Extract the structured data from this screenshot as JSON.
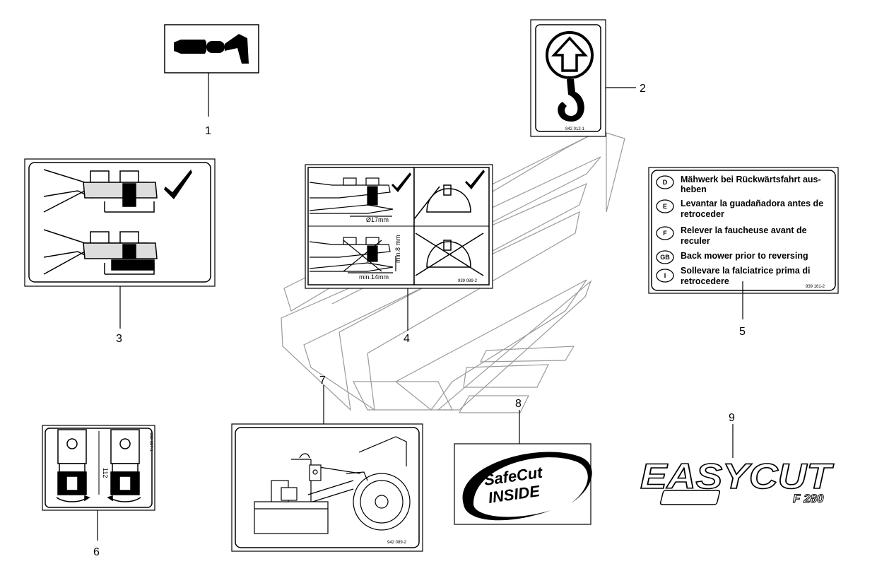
{
  "callouts": [
    "1",
    "2",
    "3",
    "4",
    "5",
    "6",
    "7",
    "8",
    "9"
  ],
  "decal2": {
    "code": "942 012-1"
  },
  "decal4": {
    "dim1": "Ø17mm",
    "dim2": "min.14mm",
    "dim3": "min.8 mm",
    "code": "939 089-2"
  },
  "decal5": {
    "lines": [
      {
        "code": "D",
        "text1": "Mähwerk bei Rückwärtsfahrt aus-",
        "text2": "heben"
      },
      {
        "code": "E",
        "text1": "Levantar la guadañadora antes de",
        "text2": "retroceder"
      },
      {
        "code": "F",
        "text1": "Relever la faucheuse avant de",
        "text2": "reculer"
      },
      {
        "code": "GB",
        "text1": "Back mower prior to reversing",
        "text2": ""
      },
      {
        "code": "I",
        "text1": "Sollevare la falciatrice prima di",
        "text2": "retrocedere"
      }
    ],
    "code": "939 161-2"
  },
  "decal6": {
    "dim": "112",
    "code": "939 097-1"
  },
  "decal7": {
    "code": "942 089-2"
  },
  "decal8": {
    "line1": "SafeCut",
    "line2": "INSIDE"
  },
  "decal9": {
    "brand": "EASYCUT",
    "model": "F 280"
  },
  "colors": {
    "ink": "#000000",
    "ghost": "#9a9a9a",
    "paper": "#ffffff"
  }
}
